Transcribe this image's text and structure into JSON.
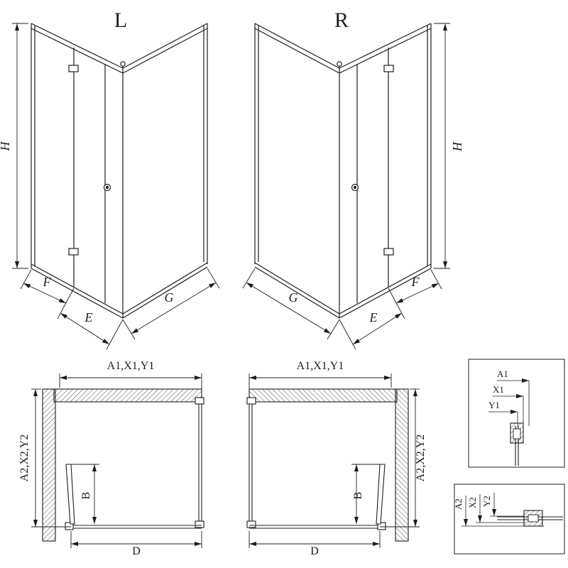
{
  "diagram": {
    "iso_left": {
      "title": "L",
      "dims": {
        "h": "H",
        "f": "F",
        "e": "E",
        "g": "G"
      }
    },
    "iso_right": {
      "title": "R",
      "dims": {
        "h": "H",
        "f": "F",
        "e": "E",
        "g": "G"
      }
    },
    "plan_left": {
      "dims": {
        "top": "A1,X1,Y1",
        "side": "A2,X2,Y2",
        "b": "B",
        "d": "D"
      }
    },
    "plan_right": {
      "dims": {
        "top": "A1,X1,Y1",
        "side": "A2,X2,Y2",
        "b": "B",
        "d": "D"
      }
    },
    "detail_top": {
      "dims": {
        "a1": "A1",
        "x1": "X1",
        "y1": "Y1"
      }
    },
    "detail_bottom": {
      "dims": {
        "a2": "A2",
        "x2": "X2",
        "y2": "Y2"
      }
    }
  },
  "colors": {
    "line": "#1d1d1d",
    "background": "#ffffff"
  }
}
